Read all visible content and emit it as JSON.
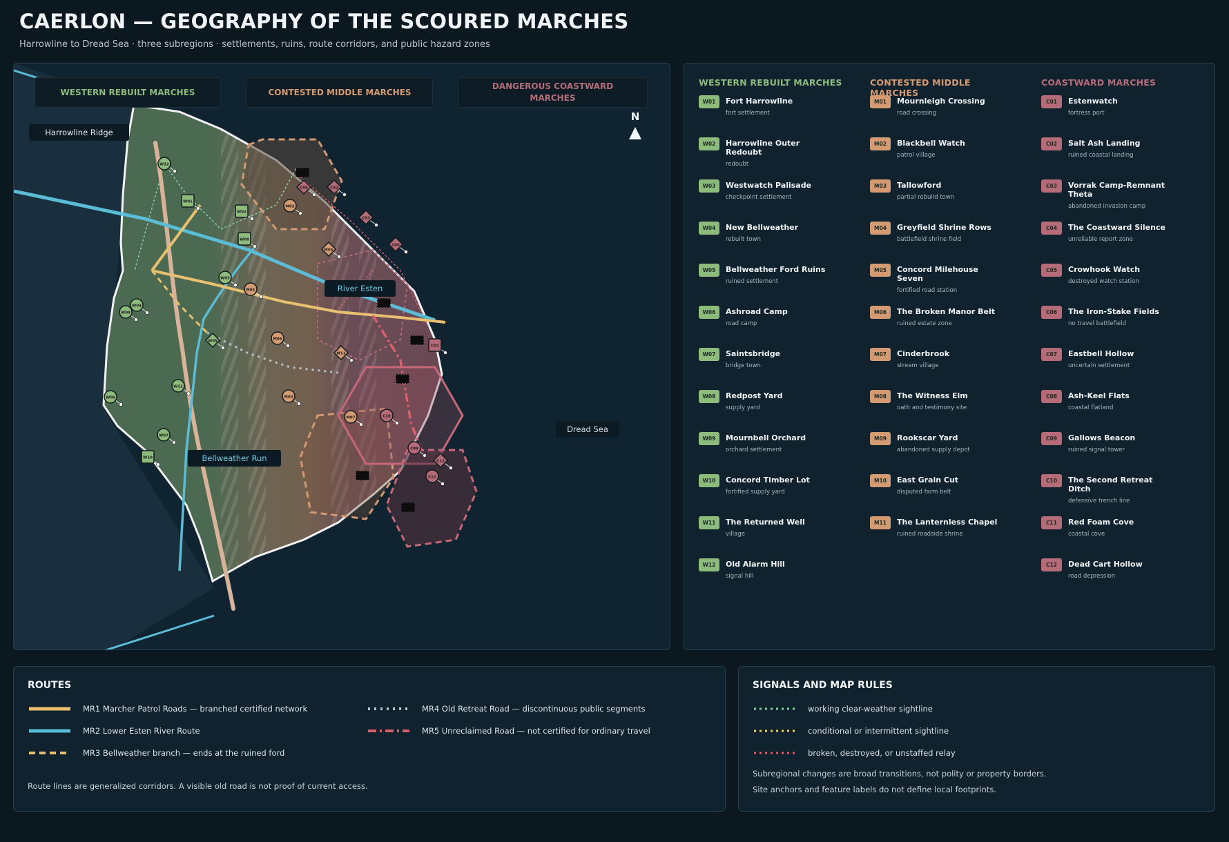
{
  "title": "CAERLON — GEOGRAPHY OF THE SCOURED MARCHES",
  "subtitle": "Harrowline to Dread Sea · three subregions · settlements, ruins, route corridors, and public hazard zones",
  "colors": {
    "western": "#8dbb7c",
    "middle": "#d49a72",
    "coastal": "#b56b78",
    "mr1": "#e8c070",
    "mr2": "#5bbcd6",
    "mr4": "#b8c4cc",
    "mr5": "#d9606e"
  },
  "map": {
    "region_tabs": [
      "WESTERN REBUILT MARCHES",
      "CONTESTED MIDDLE MARCHES",
      "DANGEROUS COASTWARD MARCHES"
    ],
    "labels": {
      "ridge": "Harrowline Ridge",
      "river": "River Esten",
      "run": "Bellweather Run",
      "sea": "Dread Sea",
      "north": "N"
    },
    "markers": [
      {
        "code": "W01",
        "shape": "square",
        "region": "western"
      },
      {
        "code": "W02",
        "shape": "square",
        "region": "western"
      },
      {
        "code": "W03",
        "shape": "circle",
        "region": "western"
      },
      {
        "code": "W04",
        "shape": "circle",
        "region": "western"
      },
      {
        "code": "W05",
        "shape": "diamond",
        "region": "western"
      },
      {
        "code": "W06",
        "shape": "circle",
        "region": "western"
      },
      {
        "code": "W07",
        "shape": "circle",
        "region": "western"
      },
      {
        "code": "W08",
        "shape": "square",
        "region": "western"
      },
      {
        "code": "W09",
        "shape": "circle",
        "region": "western"
      },
      {
        "code": "W10",
        "shape": "square",
        "region": "western"
      },
      {
        "code": "W11",
        "shape": "circle",
        "region": "western"
      },
      {
        "code": "W12",
        "shape": "circle",
        "region": "western"
      },
      {
        "code": "M01",
        "shape": "circle",
        "region": "middle"
      },
      {
        "code": "M02",
        "shape": "circle",
        "region": "middle"
      },
      {
        "code": "M03",
        "shape": "circle",
        "region": "middle"
      },
      {
        "code": "M05",
        "shape": "diamond",
        "region": "middle"
      },
      {
        "code": "M06",
        "shape": "circle",
        "region": "middle"
      },
      {
        "code": "M07",
        "shape": "circle",
        "region": "middle"
      },
      {
        "code": "M11",
        "shape": "diamond",
        "region": "middle"
      },
      {
        "code": "C01",
        "shape": "square",
        "region": "coastal"
      },
      {
        "code": "C02",
        "shape": "diamond",
        "region": "coastal"
      },
      {
        "code": "C03",
        "shape": "diamond",
        "region": "coastal"
      },
      {
        "code": "C05",
        "shape": "diamond",
        "region": "coastal"
      },
      {
        "code": "C06",
        "shape": "diamond",
        "region": "coastal"
      },
      {
        "code": "C09",
        "shape": "circle",
        "region": "coastal"
      },
      {
        "code": "C10",
        "shape": "circle",
        "region": "coastal"
      },
      {
        "code": "C11",
        "shape": "circle",
        "region": "coastal"
      },
      {
        "code": "C12",
        "shape": "diamond",
        "region": "coastal"
      }
    ]
  },
  "gazetteer": {
    "columns": [
      {
        "title": "WESTERN REBUILT MARCHES",
        "region": "western",
        "items": [
          {
            "code": "W01",
            "name": "Fort Harrowline",
            "type": "fort settlement"
          },
          {
            "code": "W02",
            "name": "Harrowline Outer Redoubt",
            "type": "redoubt"
          },
          {
            "code": "W03",
            "name": "Westwatch Palisade",
            "type": "checkpoint settlement"
          },
          {
            "code": "W04",
            "name": "New Bellweather",
            "type": "rebuilt town"
          },
          {
            "code": "W05",
            "name": "Bellweather Ford Ruins",
            "type": "ruined settlement"
          },
          {
            "code": "W06",
            "name": "Ashroad Camp",
            "type": "road camp"
          },
          {
            "code": "W07",
            "name": "Saintsbridge",
            "type": "bridge town"
          },
          {
            "code": "W08",
            "name": "Redpost Yard",
            "type": "supply yard"
          },
          {
            "code": "W09",
            "name": "Mournbell Orchard",
            "type": "orchard settlement"
          },
          {
            "code": "W10",
            "name": "Concord Timber Lot",
            "type": "fortified supply yard"
          },
          {
            "code": "W11",
            "name": "The Returned Well",
            "type": "village"
          },
          {
            "code": "W12",
            "name": "Old Alarm Hill",
            "type": "signal hill"
          }
        ]
      },
      {
        "title": "CONTESTED MIDDLE MARCHES",
        "region": "middle",
        "items": [
          {
            "code": "M01",
            "name": "Mournleigh Crossing",
            "type": "road crossing"
          },
          {
            "code": "M02",
            "name": "Blackbell Watch",
            "type": "patrol village"
          },
          {
            "code": "M03",
            "name": "Tallowford",
            "type": "partial rebuild town"
          },
          {
            "code": "M04",
            "name": "Greyfield Shrine Rows",
            "type": "battlefield shrine field"
          },
          {
            "code": "M05",
            "name": "Concord Milehouse Seven",
            "type": "fortified road station"
          },
          {
            "code": "M06",
            "name": "The Broken Manor Belt",
            "type": "ruined estate zone"
          },
          {
            "code": "M07",
            "name": "Cinderbrook",
            "type": "stream village"
          },
          {
            "code": "M08",
            "name": "The Witness Elm",
            "type": "oath and testimony site"
          },
          {
            "code": "M09",
            "name": "Rookscar Yard",
            "type": "abandoned supply depot"
          },
          {
            "code": "M10",
            "name": "East Grain Cut",
            "type": "disputed farm belt"
          },
          {
            "code": "M11",
            "name": "The Lanternless Chapel",
            "type": "ruined roadside shrine"
          }
        ]
      },
      {
        "title": "COASTWARD MARCHES",
        "region": "coastal",
        "items": [
          {
            "code": "C01",
            "name": "Estenwatch",
            "type": "fortress port"
          },
          {
            "code": "C02",
            "name": "Salt Ash Landing",
            "type": "ruined coastal landing"
          },
          {
            "code": "C03",
            "name": "Vorrak Camp-Remnant Theta",
            "type": "abandoned invasion camp"
          },
          {
            "code": "C04",
            "name": "The Coastward Silence",
            "type": "unreliable report zone"
          },
          {
            "code": "C05",
            "name": "Crowhook Watch",
            "type": "destroyed watch station"
          },
          {
            "code": "C06",
            "name": "The Iron-Stake Fields",
            "type": "no travel battlefield"
          },
          {
            "code": "C07",
            "name": "Eastbell Hollow",
            "type": "uncertain settlement"
          },
          {
            "code": "C08",
            "name": "Ash-Keel Flats",
            "type": "coastal flatland"
          },
          {
            "code": "C09",
            "name": "Gallows Beacon",
            "type": "ruined signal tower"
          },
          {
            "code": "C10",
            "name": "The Second Retreat Ditch",
            "type": "defensive trench line"
          },
          {
            "code": "C11",
            "name": "Red Foam Cove",
            "type": "coastal cove"
          },
          {
            "code": "C12",
            "name": "Dead Cart Hollow",
            "type": "road depression"
          }
        ]
      }
    ]
  },
  "routes": {
    "title": "ROUTES",
    "items": [
      {
        "id": "mr1",
        "label": "MR1 Marcher Patrol Roads — branched certified network"
      },
      {
        "id": "mr2",
        "label": "MR2 Lower Esten River Route"
      },
      {
        "id": "mr3",
        "label": "MR3 Bellweather branch — ends at the ruined ford"
      },
      {
        "id": "mr4",
        "label": "MR4 Old Retreat Road — discontinuous public segments"
      },
      {
        "id": "mr5",
        "label": "MR5 Unreclaimed Road — not certified for ordinary travel"
      }
    ],
    "note": "Route lines are generalized corridors. A visible old road is not proof of current access."
  },
  "signals": {
    "title": "SIGNALS AND MAP RULES",
    "items": [
      {
        "id": "working",
        "label": "working clear-weather sightline"
      },
      {
        "id": "conditional",
        "label": "conditional or intermittent sightline"
      },
      {
        "id": "broken",
        "label": "broken, destroyed, or unstaffed relay"
      }
    ],
    "rules": [
      "Subregional changes are broad transitions, not polity or property borders.",
      "Site anchors and feature labels do not define local footprints."
    ]
  }
}
